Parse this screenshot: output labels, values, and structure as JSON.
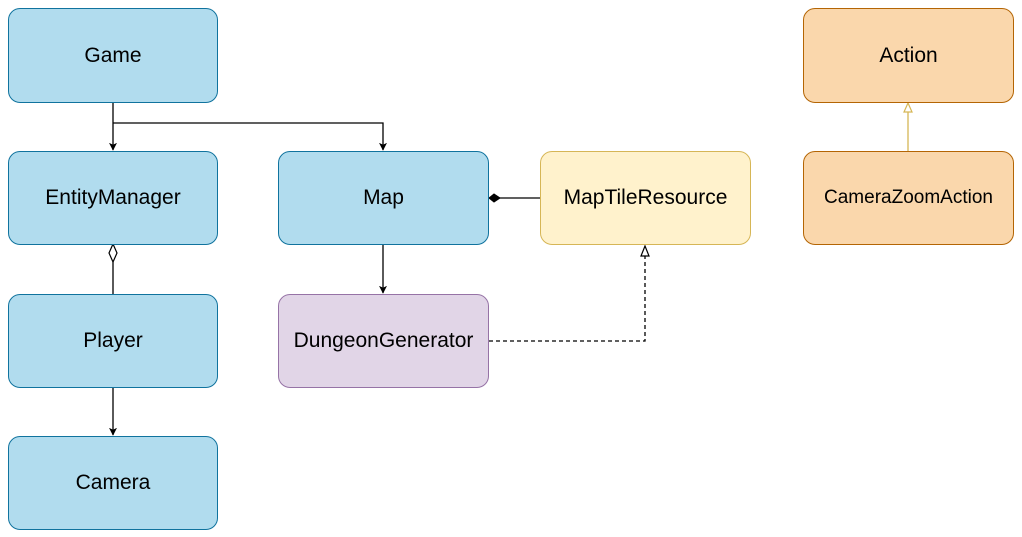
{
  "nodes": {
    "game": "Game",
    "entity_manager": "EntityManager",
    "map": "Map",
    "map_tile_resource": "MapTileResource",
    "player": "Player",
    "dungeon_generator": "DungeonGenerator",
    "camera": "Camera",
    "action": "Action",
    "camera_zoom_action": "CameraZoomAction"
  },
  "relationships": [
    {
      "from": "Game",
      "to": "EntityManager",
      "kind": "association"
    },
    {
      "from": "Game",
      "to": "Map",
      "kind": "association"
    },
    {
      "from": "EntityManager",
      "to": "Player",
      "kind": "aggregation"
    },
    {
      "from": "Player",
      "to": "Camera",
      "kind": "association"
    },
    {
      "from": "Map",
      "to": "MapTileResource",
      "kind": "composition"
    },
    {
      "from": "Map",
      "to": "DungeonGenerator",
      "kind": "association"
    },
    {
      "from": "DungeonGenerator",
      "to": "MapTileResource",
      "kind": "realization"
    },
    {
      "from": "CameraZoomAction",
      "to": "Action",
      "kind": "generalization"
    }
  ],
  "colors": {
    "blue_fill": "#b1dcee",
    "blue_stroke": "#10739e",
    "purple_fill": "#e1d5e7",
    "purple_stroke": "#9673a6",
    "yellow_fill": "#fff2cc",
    "yellow_stroke": "#d6b656",
    "orange_fill": "#fad7ac",
    "orange_stroke": "#b46504"
  }
}
